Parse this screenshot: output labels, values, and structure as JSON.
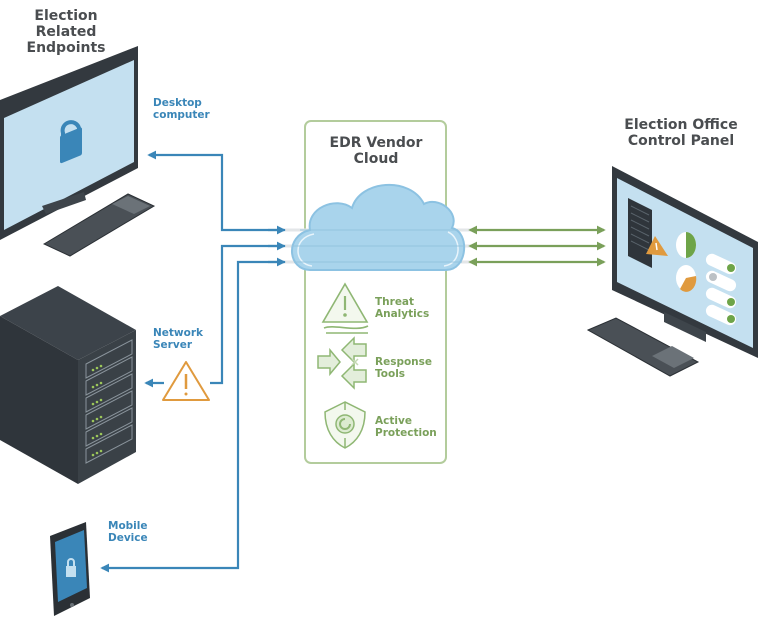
{
  "headings": {
    "endpoints": [
      "Election Related",
      "Endpoints"
    ],
    "cloud": [
      "EDR Vendor",
      "Cloud"
    ],
    "control_panel": [
      "Election Office",
      "Control Panel"
    ]
  },
  "endpoints": [
    {
      "name": "desktop",
      "label": [
        "Desktop",
        "computer"
      ],
      "icon": "lock-icon",
      "status": "secure"
    },
    {
      "name": "server",
      "label": [
        "Network",
        "Server"
      ],
      "icon": "warning-icon",
      "status": "alert"
    },
    {
      "name": "mobile",
      "label": [
        "Mobile",
        "Device"
      ],
      "icon": "lock-icon",
      "status": "secure"
    }
  ],
  "cloud_services": [
    {
      "name": "threat-analytics",
      "label": [
        "Threat",
        "Analytics"
      ],
      "icon": "warning-triangle-icon"
    },
    {
      "name": "response-tools",
      "label": [
        "Response",
        "Tools"
      ],
      "icon": "converging-arrows-icon"
    },
    {
      "name": "active-protection",
      "label": [
        "Active",
        "Protection"
      ],
      "icon": "shield-icon"
    }
  ],
  "colors": {
    "endpoint_link": "#3a86b8",
    "panel_link": "#7aa05a",
    "warning": "#e09a3e",
    "device_dark": "#33393f",
    "screen": "#c4e0f0",
    "cloud": "#a9d4ec",
    "panel_border": "#a9c690"
  }
}
